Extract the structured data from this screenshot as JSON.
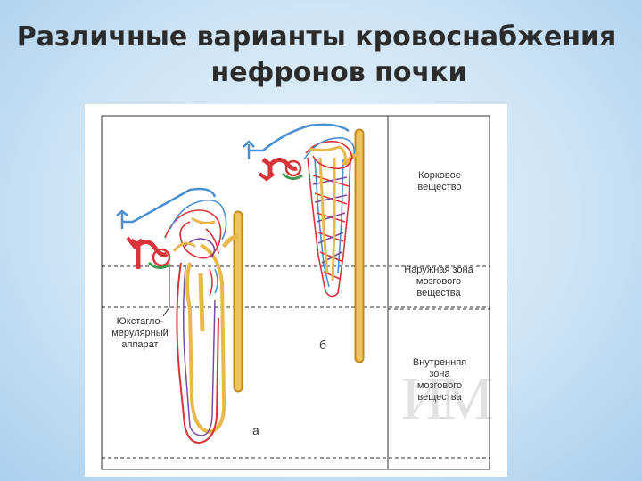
{
  "title": {
    "line1": "Различные варианты кровоснабжения",
    "line2": "нефронов почки"
  },
  "zones": {
    "cortex": [
      "Корковое",
      "вещество"
    ],
    "outer_medulla": [
      "Наружная зона",
      "мозгового",
      "вещества"
    ],
    "inner_medulla": [
      "Внутренняя",
      "зона",
      "мозгового",
      "вещества"
    ]
  },
  "jga_label": [
    "Юкстагло-",
    "мерулярный",
    "аппарат"
  ],
  "label_a": "а",
  "label_b": "б",
  "watermark": "ИМ",
  "colors": {
    "artery": "#d9343a",
    "vein": "#4a8fcf",
    "tubule": "#e8b84a",
    "jga": "#3f9b52"
  }
}
